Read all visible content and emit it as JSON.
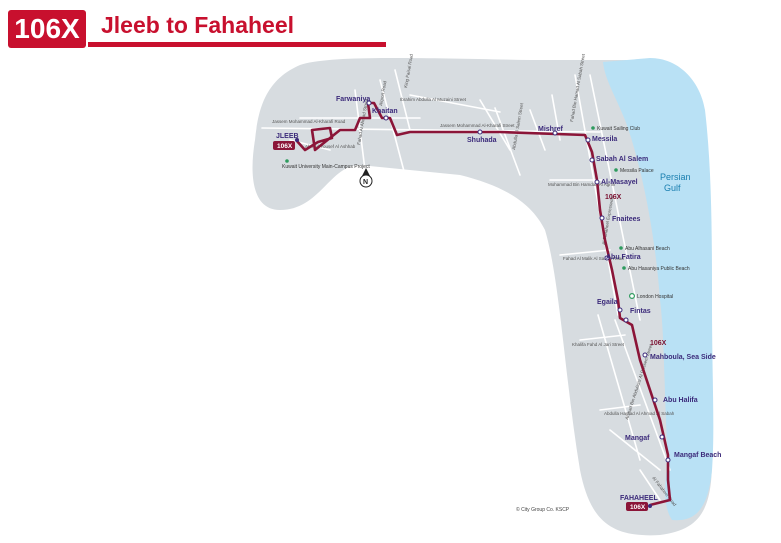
{
  "header": {
    "route": "106X",
    "title": "Jleeb to Fahaheel"
  },
  "colors": {
    "brand": "#c8102e",
    "route": "#8b1538",
    "stop_text": "#3b2a7a",
    "land": "#d7dce0",
    "sea": "#b9e1f5"
  },
  "map": {
    "sea_label": [
      "Persian",
      "Gulf"
    ],
    "terminals": [
      {
        "name": "JLEEB",
        "badge": "106X"
      },
      {
        "name": "FAHAHEEL",
        "badge": "106X"
      }
    ],
    "route_labels": [
      "106X",
      "106X"
    ],
    "stops": [
      "Farwaniya",
      "Khaitan",
      "Shuhada",
      "Mishref",
      "Messila",
      "Sabah Al Salem",
      "Al-Masayel",
      "Fnaitees",
      "Abu Fatira",
      "Egaila",
      "Fintas",
      "Mahboula, Sea Side",
      "Abu Halifa",
      "Mangaf",
      "Mangaf Beach"
    ],
    "pois": [
      "Kuwait Sailing Club",
      "Messila Palace",
      "Abu Alhasani Beach",
      "Abu Hasaniya Public Beach",
      "London Hospital",
      "Kuwait University Main-Campus Project"
    ],
    "streets": [
      "Jassem Mohammad Al-Kharafi Road",
      "Jassem Mohammad Al-Kharafi Street",
      "Fahad Al Ahmad Street",
      "Ahmad Yousef Al Ashhab",
      "Airport Road",
      "Abdullah Al Mubarak Street",
      "Ibrahim Abdulla Al Muzaini Street",
      "King Faisal Road",
      "Abdulla Al Salem Street",
      "Al Qahira Street",
      "Fahad Bin Hamad Al Sabah Street",
      "Al Fahaheel Expressway",
      "Mohammad Bin Hamdan Al Agrini",
      "Fahad Al Malik Al Sabah Road",
      "Khalifa Fahd Al Jari Street",
      "Abdulla Hamad Al Ahmad Al Sabah",
      "Mubarak Al Abdullah Al Jaber Street",
      "Ahmad Bin Abdulaziz Al Qassem Street",
      "Ali Al Salem Street",
      "Al Fahaheel Road"
    ],
    "compass": "N",
    "copyright": "© City Group Co. KSCP"
  }
}
